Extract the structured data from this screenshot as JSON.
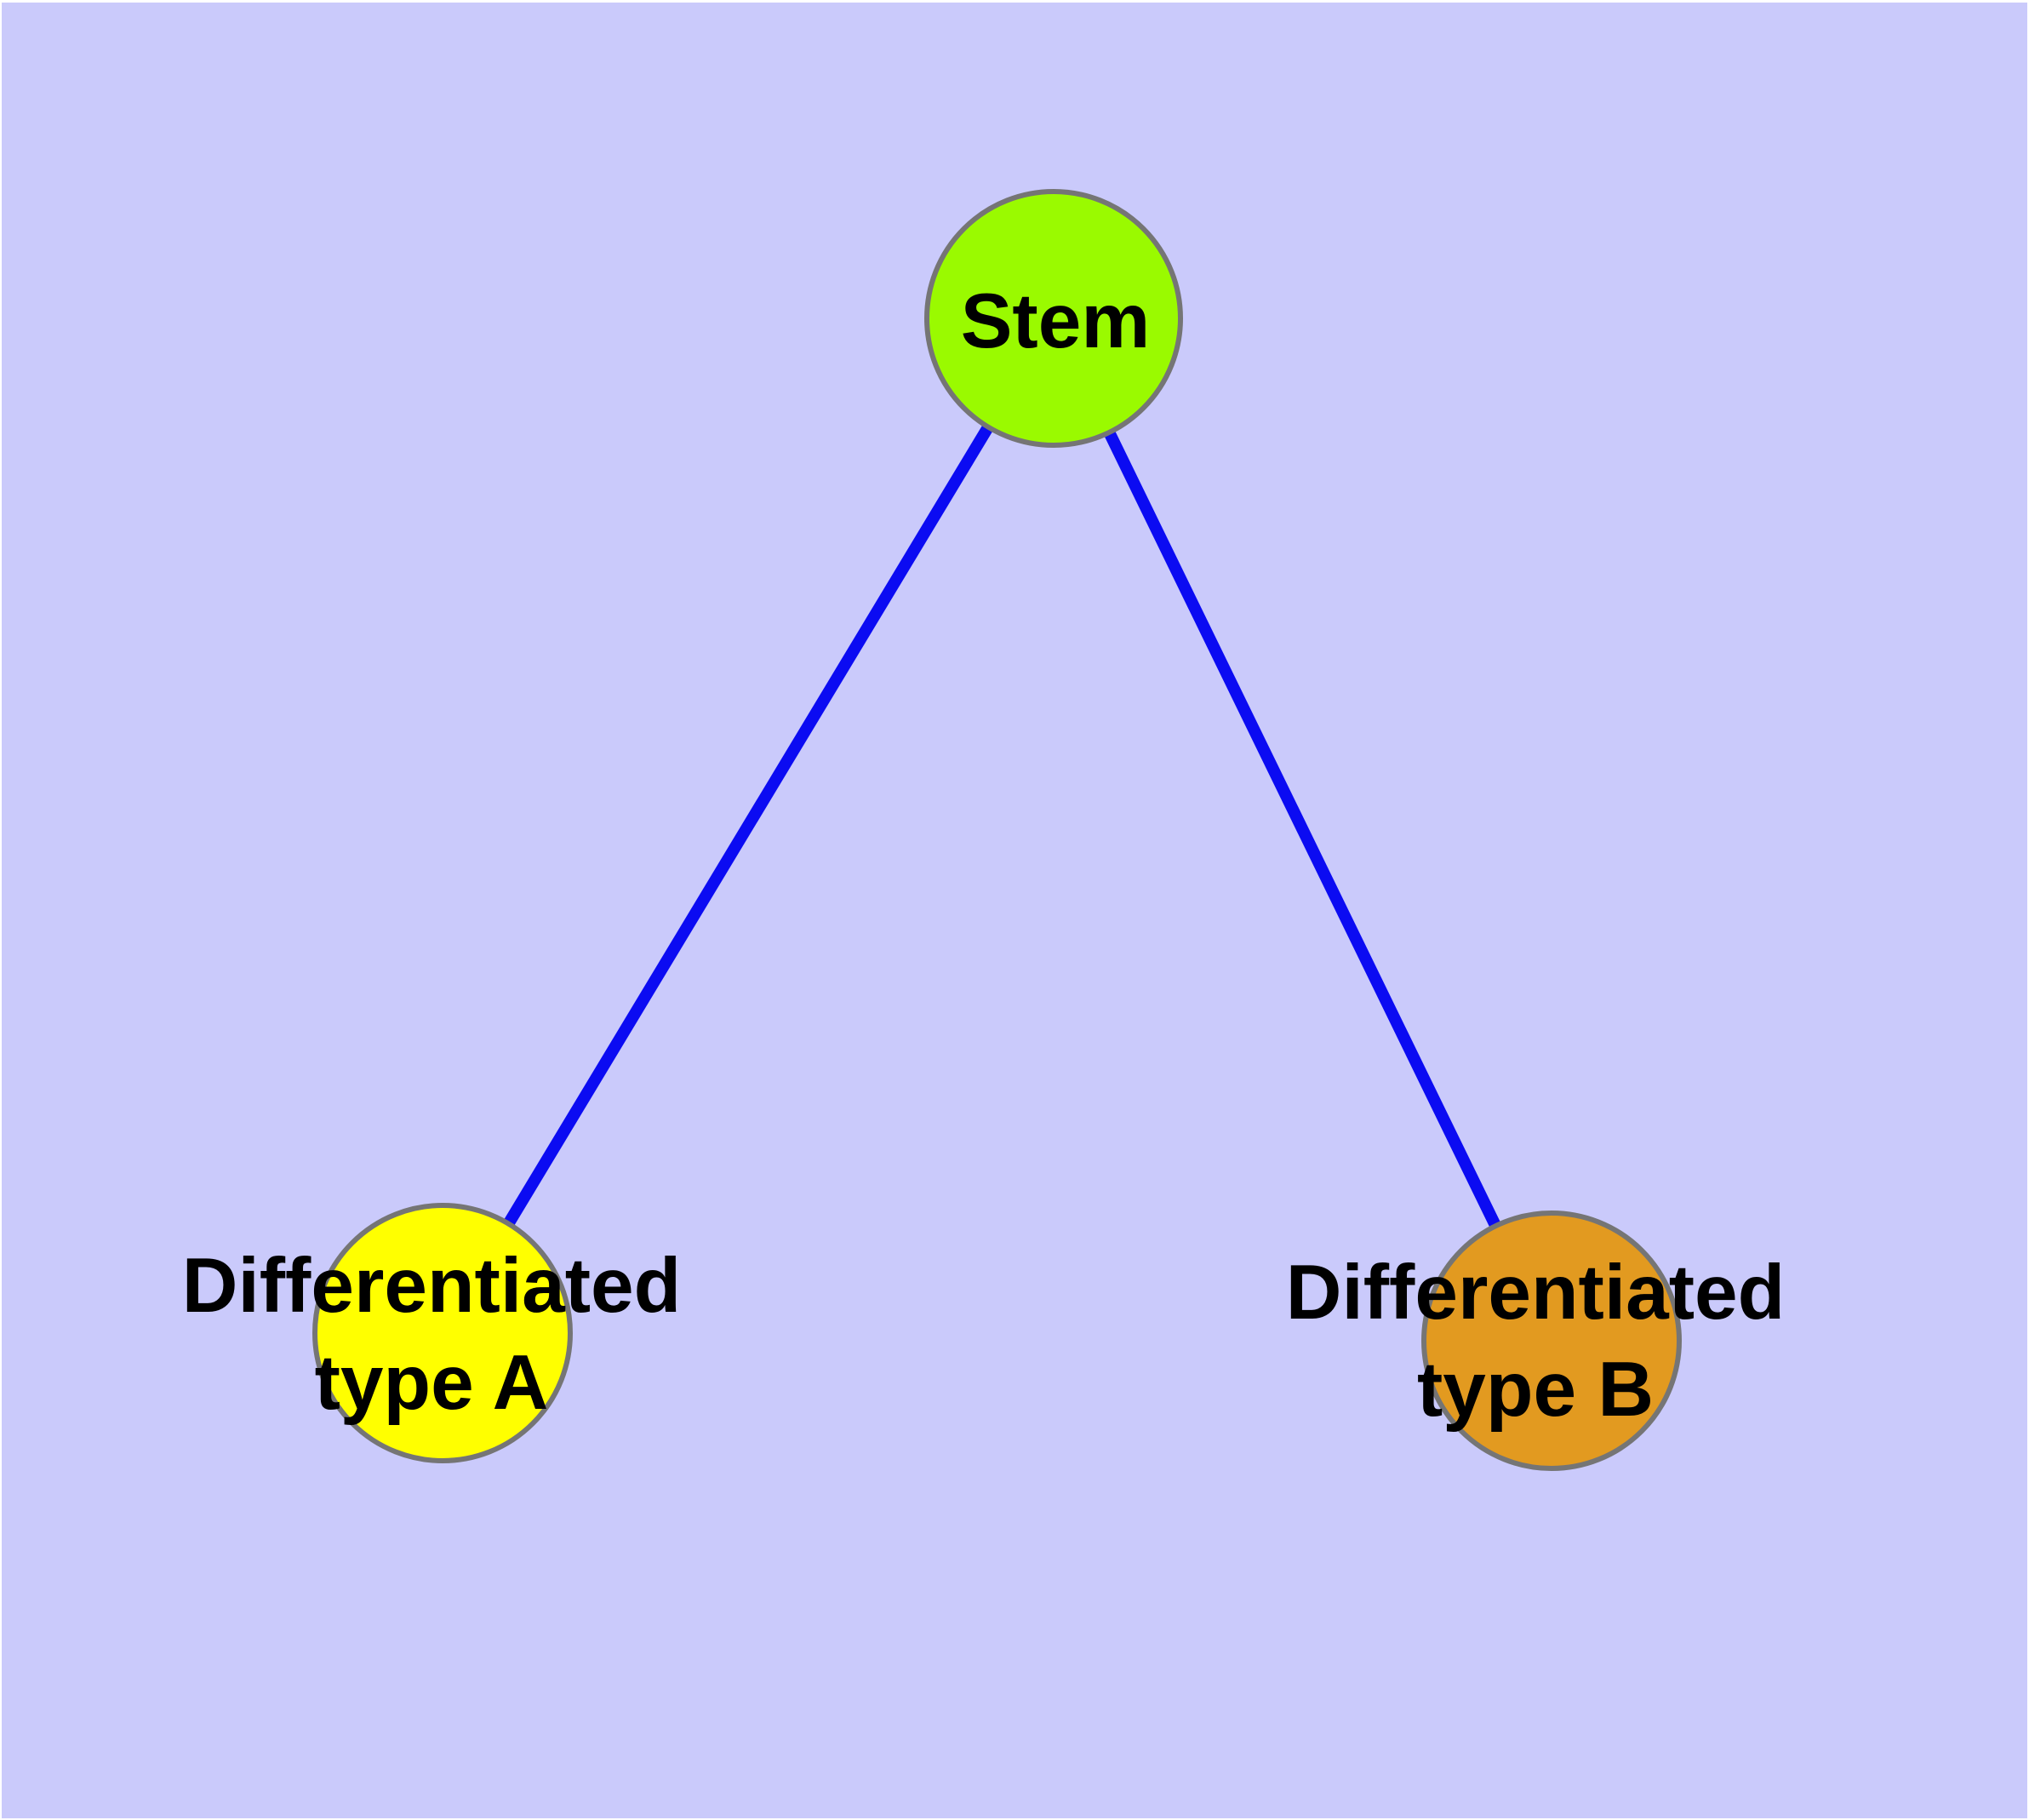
{
  "diagram": {
    "background_color": "#cacafb",
    "frame_color": "#ffffff",
    "edge_color": "#0b0bf2",
    "node_border_color": "#757575",
    "nodes": [
      {
        "id": "stem",
        "label": "Stem",
        "fill": "#9afa00"
      },
      {
        "id": "differentiated-type-a",
        "label": "Differentiated\ntype A",
        "fill": "#ffff00"
      },
      {
        "id": "differentiated-type-b",
        "label": "Differentiated\ntype B",
        "fill": "#e29a20"
      }
    ],
    "edges": [
      {
        "from": "stem",
        "to": "differentiated-type-a"
      },
      {
        "from": "stem",
        "to": "differentiated-type-b"
      }
    ]
  }
}
